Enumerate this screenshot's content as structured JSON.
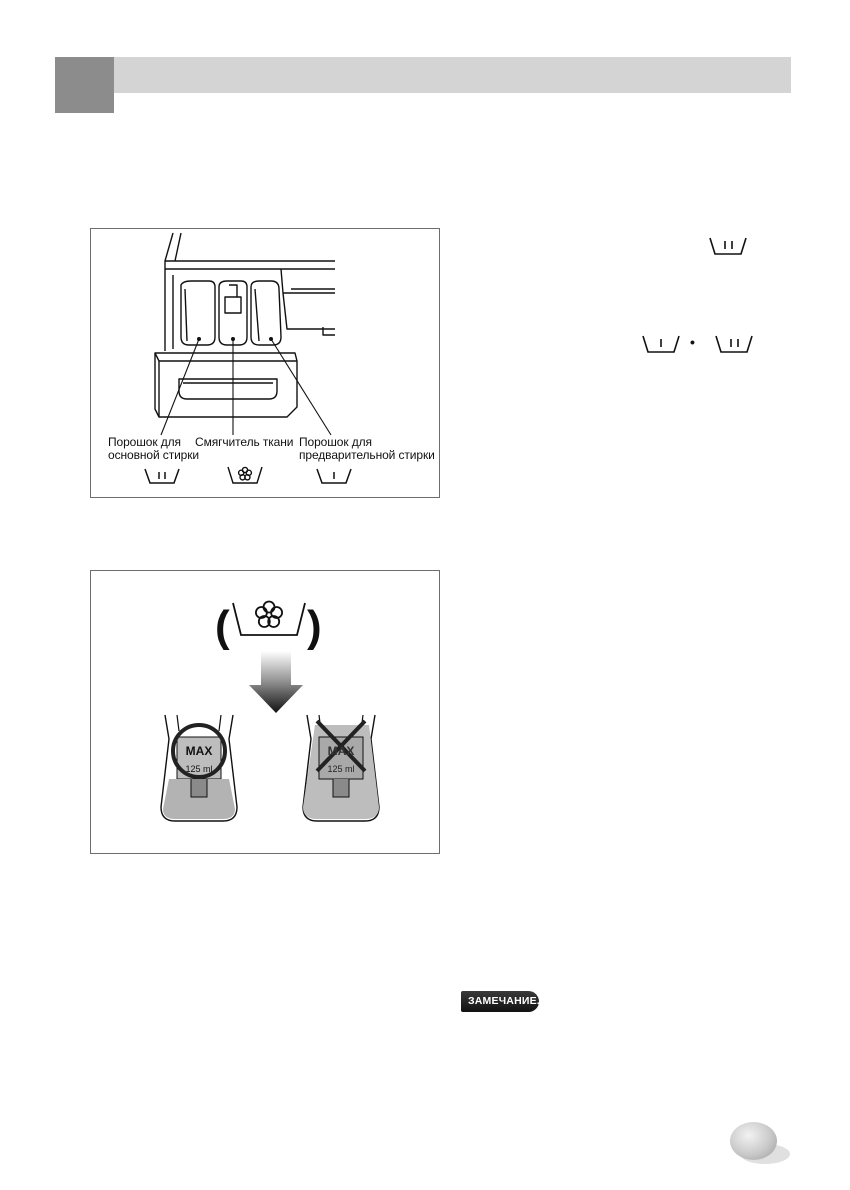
{
  "figure1": {
    "labels": {
      "main_wash_line1": "Порошок для",
      "main_wash_line2": "основной стирки",
      "softener": "Смягчитель ткани",
      "prewash_line1": "Порошок для",
      "prewash_line2": "предварительной стирки"
    },
    "icons": [
      "main-wash-tub-icon",
      "softener-flower-icon",
      "prewash-tub-icon"
    ]
  },
  "figure2": {
    "cup_left_max": "MAX",
    "cup_left_volume": "125 ml",
    "cup_right_max": "MAX",
    "cup_right_volume": "125 ml",
    "icons": [
      "softener-flower-icon",
      "down-arrow-icon",
      "ok-circle-icon",
      "cross-icon"
    ]
  },
  "right_column": {
    "icons": [
      "main-wash-tub-icon",
      "prewash-tub-icon",
      "main-wash-tub-icon"
    ],
    "separator": "•"
  },
  "note": {
    "label": "ЗАМЕЧАНИЕ."
  },
  "colors": {
    "header_square": "#8c8c8c",
    "header_bar": "#d4d4d4",
    "frame": "#6d6d6d",
    "note_badge": "#1e1e1e"
  }
}
